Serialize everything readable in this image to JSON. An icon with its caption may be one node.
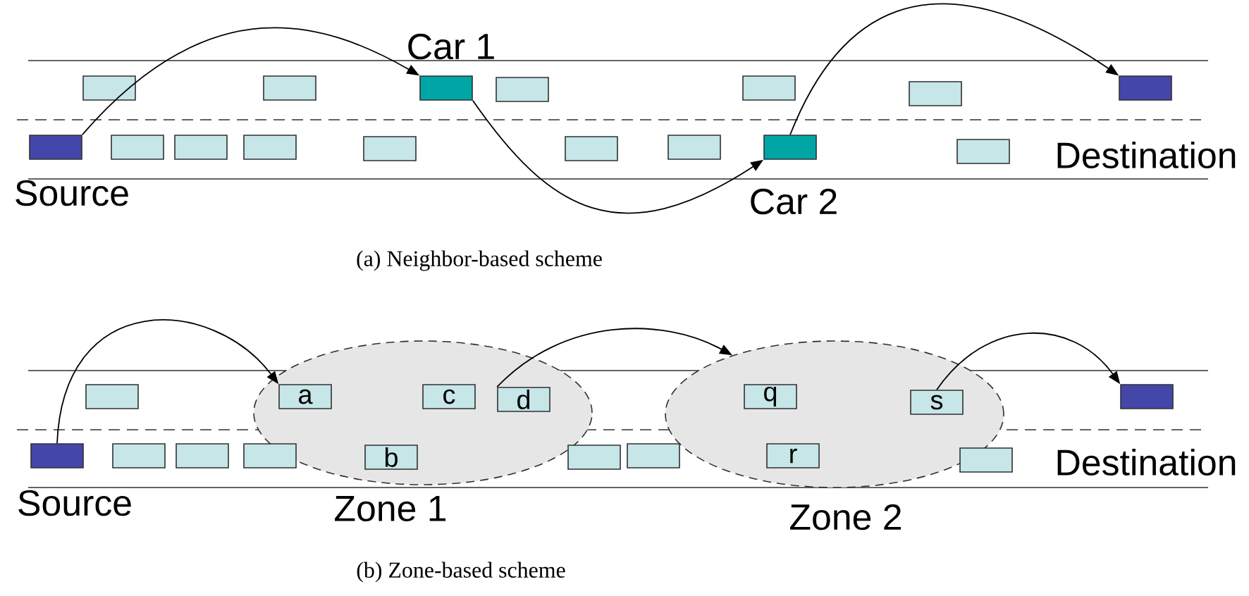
{
  "diagram": {
    "nodes": [
      {
        "text": [],
        "shape": "box"
      },
      {
        "text": [],
        "shape": "box"
      },
      {
        "text": [
          "Car 1"
        ]
      },
      {
        "text": [],
        "shape": "box"
      },
      {
        "text": [],
        "shape": "box"
      },
      {
        "text": [],
        "shape": "box"
      },
      {
        "text": [
          "Destination"
        ]
      },
      {
        "text": [
          "Source"
        ]
      },
      {
        "text": [],
        "shape": "box"
      },
      {
        "text": [],
        "shape": "box"
      },
      {
        "text": [],
        "shape": "box"
      },
      {
        "text": [],
        "shape": "box"
      },
      {
        "text": [],
        "shape": "box"
      },
      {
        "text": [],
        "shape": "box"
      },
      {
        "text": [
          "Car 2"
        ]
      },
      {
        "text": [],
        "shape": "box"
      },
      {
        "text": [],
        "shape": "box"
      },
      {
        "text": [
          "Zone 1"
        ]
      },
      {
        "text": [
          "a"
        ],
        "in": 17
      },
      {
        "text": [
          "c"
        ],
        "in": 17
      },
      {
        "text": [
          "d"
        ],
        "in": 17
      },
      {
        "text": [
          "Zone 2"
        ]
      },
      {
        "text": [
          "q"
        ],
        "in": 21
      },
      {
        "text": [
          "s"
        ],
        "in": 21
      },
      {
        "text": [
          "Destination"
        ]
      },
      {
        "text": [
          "Source"
        ]
      },
      {
        "text": [],
        "shape": "box"
      },
      {
        "text": [],
        "shape": "box"
      },
      {
        "text": [],
        "shape": "box"
      },
      {
        "text": [
          "b"
        ],
        "in": 17
      },
      {
        "text": [],
        "shape": "box"
      },
      {
        "text": [],
        "shape": "box"
      },
      {
        "text": [
          "r"
        ],
        "in": 21
      },
      {
        "text": [],
        "shape": "box"
      }
    ],
    "edges": [
      {
        "from": 7,
        "to": 2,
        "arrow": "to"
      },
      {
        "from": 2,
        "to": 14,
        "arrow": "to"
      },
      {
        "from": 14,
        "to": 6,
        "arrow": "to"
      },
      {
        "from": 25,
        "to": 18,
        "arrow": "to"
      },
      {
        "from": 20,
        "to": 21,
        "arrow": "to"
      },
      {
        "from": 23,
        "to": 24,
        "arrow": "to"
      }
    ],
    "labels": [
      "(a) Neighbor-based scheme",
      "(b) Zone-based scheme"
    ]
  }
}
